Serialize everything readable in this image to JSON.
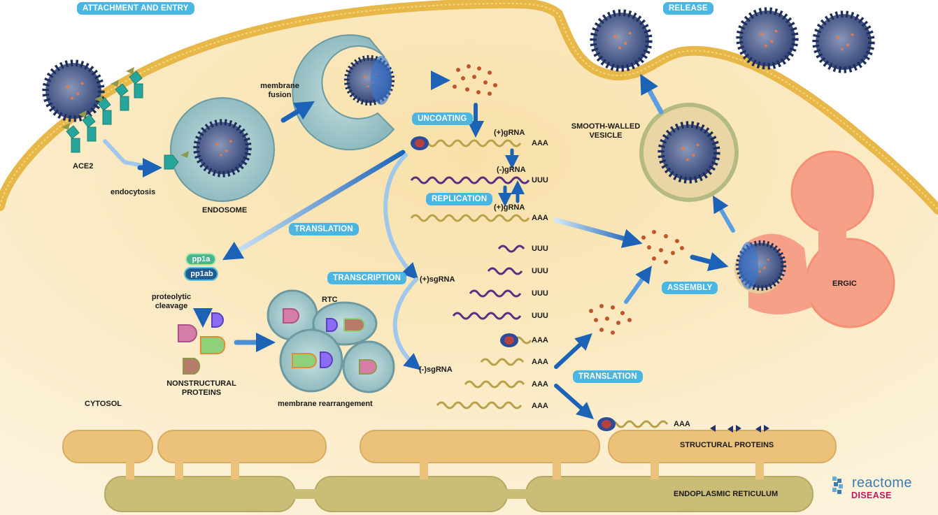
{
  "stages": {
    "attachment": "ATTACHMENT AND ENTRY",
    "release": "RELEASE",
    "uncoating": "UNCOATING",
    "replication": "REPLICATION",
    "translation_1": "TRANSLATION",
    "transcription": "TRANSCRIPTION",
    "assembly": "ASSEMBLY",
    "translation_2": "TRANSLATION"
  },
  "labels": {
    "ace2": "ACE2",
    "endocytosis": "endocytosis",
    "endosome": "ENDOSOME",
    "membrane_fusion_1": "membrane",
    "membrane_fusion_2": "fusion",
    "smooth_vesicle_1": "SMOOTH-WALLED",
    "smooth_vesicle_2": "VESICLE",
    "ergic": "ERGIC",
    "pp1a": "pp1a",
    "pp1ab": "pp1ab",
    "proteolytic_1": "proteolytic",
    "proteolytic_2": "cleavage",
    "nonstructural_1": "NONSTRUCTURAL",
    "nonstructural_2": "PROTEINS",
    "rtc": "RTC",
    "membrane_rearrangement": "membrane rearrangement",
    "cytosol": "CYTOSOL",
    "structural_proteins": "STRUCTURAL PROTEINS",
    "er": "ENDOPLASMIC RETICULUM",
    "pos_grna_1": "(+)gRNA",
    "neg_grna": "(-)gRNA",
    "pos_grna_2": "(+)gRNA",
    "pos_sgrna": "(+)sgRNA",
    "neg_sgrna": "(-)sgRNA"
  },
  "rna_tails": {
    "aaa": "AAA",
    "uuu": "UUU"
  },
  "logo": {
    "word": "reactome",
    "sub": "DISEASE"
  },
  "colors": {
    "cell": "#fbe8bf",
    "membrane": "#e8b74a",
    "stage_label": "#4bb6e2",
    "endosome": "#9ec4c7",
    "er": "#ecc27a",
    "ergic": "#f7a088",
    "arrow": "#1c63b7"
  }
}
